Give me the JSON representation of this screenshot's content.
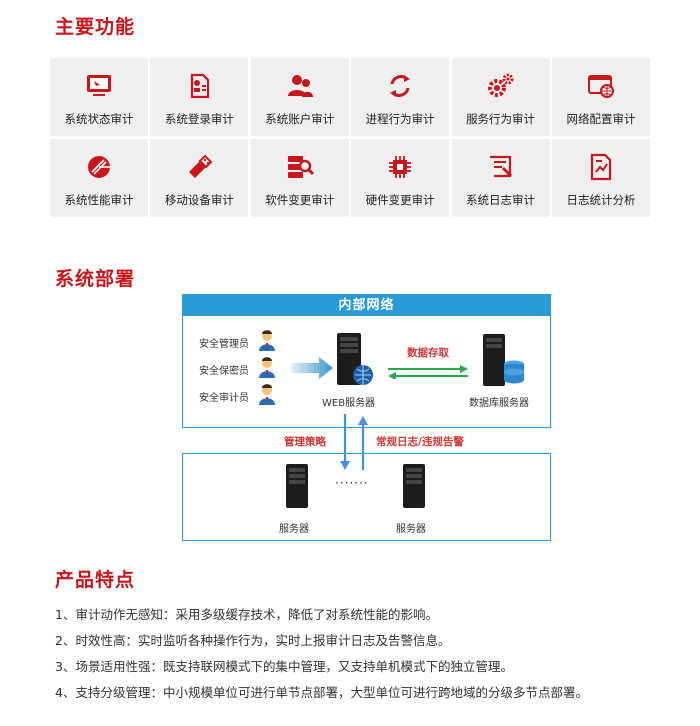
{
  "sections": {
    "functions": "主要功能",
    "deployment": "系统部署",
    "features": "产品特点"
  },
  "colors": {
    "accent": "#c8161d",
    "tile_bg": "#efefef",
    "diagram_blue": "#2a9ad6",
    "icon_red": "#c8161d"
  },
  "functions": [
    {
      "label": "系统状态审计",
      "icon": "monitor-icon"
    },
    {
      "label": "系统登录审计",
      "icon": "id-badge-icon"
    },
    {
      "label": "系统账户审计",
      "icon": "users-icon"
    },
    {
      "label": "进程行为审计",
      "icon": "refresh-icon"
    },
    {
      "label": "服务行为审计",
      "icon": "gears-icon"
    },
    {
      "label": "网络配置审计",
      "icon": "web-window-icon"
    },
    {
      "label": "系统性能审计",
      "icon": "pie-chart-icon"
    },
    {
      "label": "移动设备审计",
      "icon": "usb-drive-icon"
    },
    {
      "label": "软件变更审计",
      "icon": "server-search-icon"
    },
    {
      "label": "硬件变更审计",
      "icon": "chip-icon"
    },
    {
      "label": "系统日志审计",
      "icon": "log-scroll-icon"
    },
    {
      "label": "日志统计分析",
      "icon": "report-icon"
    }
  ],
  "diagram": {
    "internal_network": "内部网络",
    "roles": [
      "安全管理员",
      "安全保密员",
      "安全审计员"
    ],
    "web_server": "WEB服务器",
    "db_server": "数据库服务器",
    "data_access": "数据存取",
    "policy": "管理策略",
    "log_alert": "常规日志/违规告警",
    "server": "服务器",
    "ellipsis": "·······"
  },
  "features": [
    "1、审计动作无感知：采用多级缓存技术，降低了对系统性能的影响。",
    "2、时效性高：实时监听各种操作行为，实时上报审计日志及告警信息。",
    "3、场景适用性强：既支持联网模式下的集中管理，又支持单机模式下的独立管理。",
    "4、支持分级管理：中小规模单位可进行单节点部署，大型单位可进行跨地域的分级多节点部署。"
  ]
}
